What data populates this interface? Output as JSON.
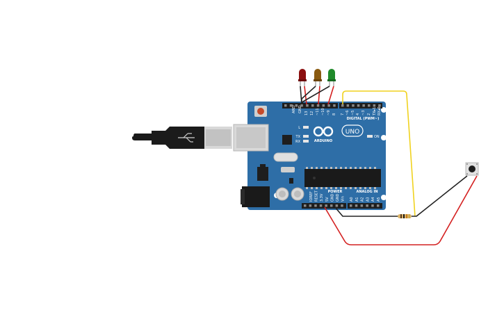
{
  "board": {
    "brand": "ARDUINO",
    "model": "UNO",
    "digital_label": "DIGITAL (PWM~)",
    "power_label": "POWER",
    "analog_label": "ANALOG IN",
    "on_label": "ON",
    "aref_label": "AREF",
    "gnd_label": "GND",
    "l_label": "L",
    "tx_label": "TX",
    "rx_label": "RX",
    "digital_pins": [
      "13",
      "12",
      "~11",
      "~10",
      "~9",
      "8",
      "7",
      "~6",
      "~5",
      "4",
      "~3",
      "2",
      "TX▸1",
      "RX◂0"
    ],
    "power_pins": [
      "IOREF",
      "RESET",
      "3.3V",
      "5V",
      "GND",
      "GND",
      "Vin"
    ],
    "analog_pins": [
      "A0",
      "A1",
      "A2",
      "A3",
      "A4",
      "A5"
    ]
  },
  "components": {
    "leds": [
      {
        "name": "led-red",
        "color": "#8b0f0f"
      },
      {
        "name": "led-amber",
        "color": "#8a5a10"
      },
      {
        "name": "led-green",
        "color": "#1f8a2a"
      }
    ],
    "wire_colors": {
      "red": "#d42020",
      "black": "#222222",
      "yellow": "#f0d21e"
    },
    "board_color": "#2e6ea7",
    "header_color": "#1e1e1e"
  }
}
